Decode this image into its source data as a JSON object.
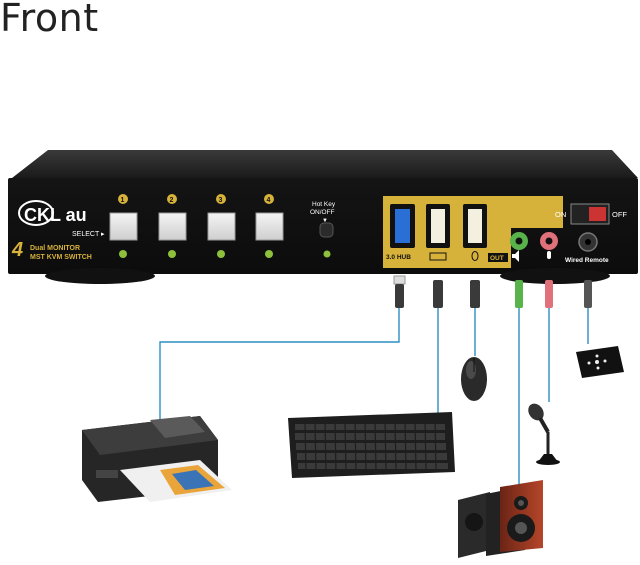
{
  "page": {
    "title": "Front"
  },
  "device": {
    "brand": "CKL au",
    "model_line1": "Dual MONITOR",
    "model_line2": "MST KVM SWITCH",
    "select_label": "SELECT ▸",
    "hotkey_label_1": "Hot Key",
    "hotkey_label_2": "ON/OFF",
    "hotkey_arrow": "▼",
    "ports": [
      "1",
      "2",
      "3",
      "4"
    ],
    "usb_hub_label": "3.0 HUB",
    "audio_out_label": "OUT",
    "power_on": "ON",
    "power_off": "OFF",
    "wired_remote": "Wired Remote"
  },
  "peripherals": [
    "printer",
    "keyboard",
    "mouse",
    "speakers",
    "microphone",
    "wired remote"
  ],
  "colors": {
    "panel": "#1b1b1b",
    "gold": "#d7b23a",
    "usb3_blue": "#2a6fd6",
    "mic_pink": "#e0707a",
    "audio_green": "#57b34a",
    "cable_blue": "#2d8fc4",
    "led_green": "#8ec13b"
  }
}
